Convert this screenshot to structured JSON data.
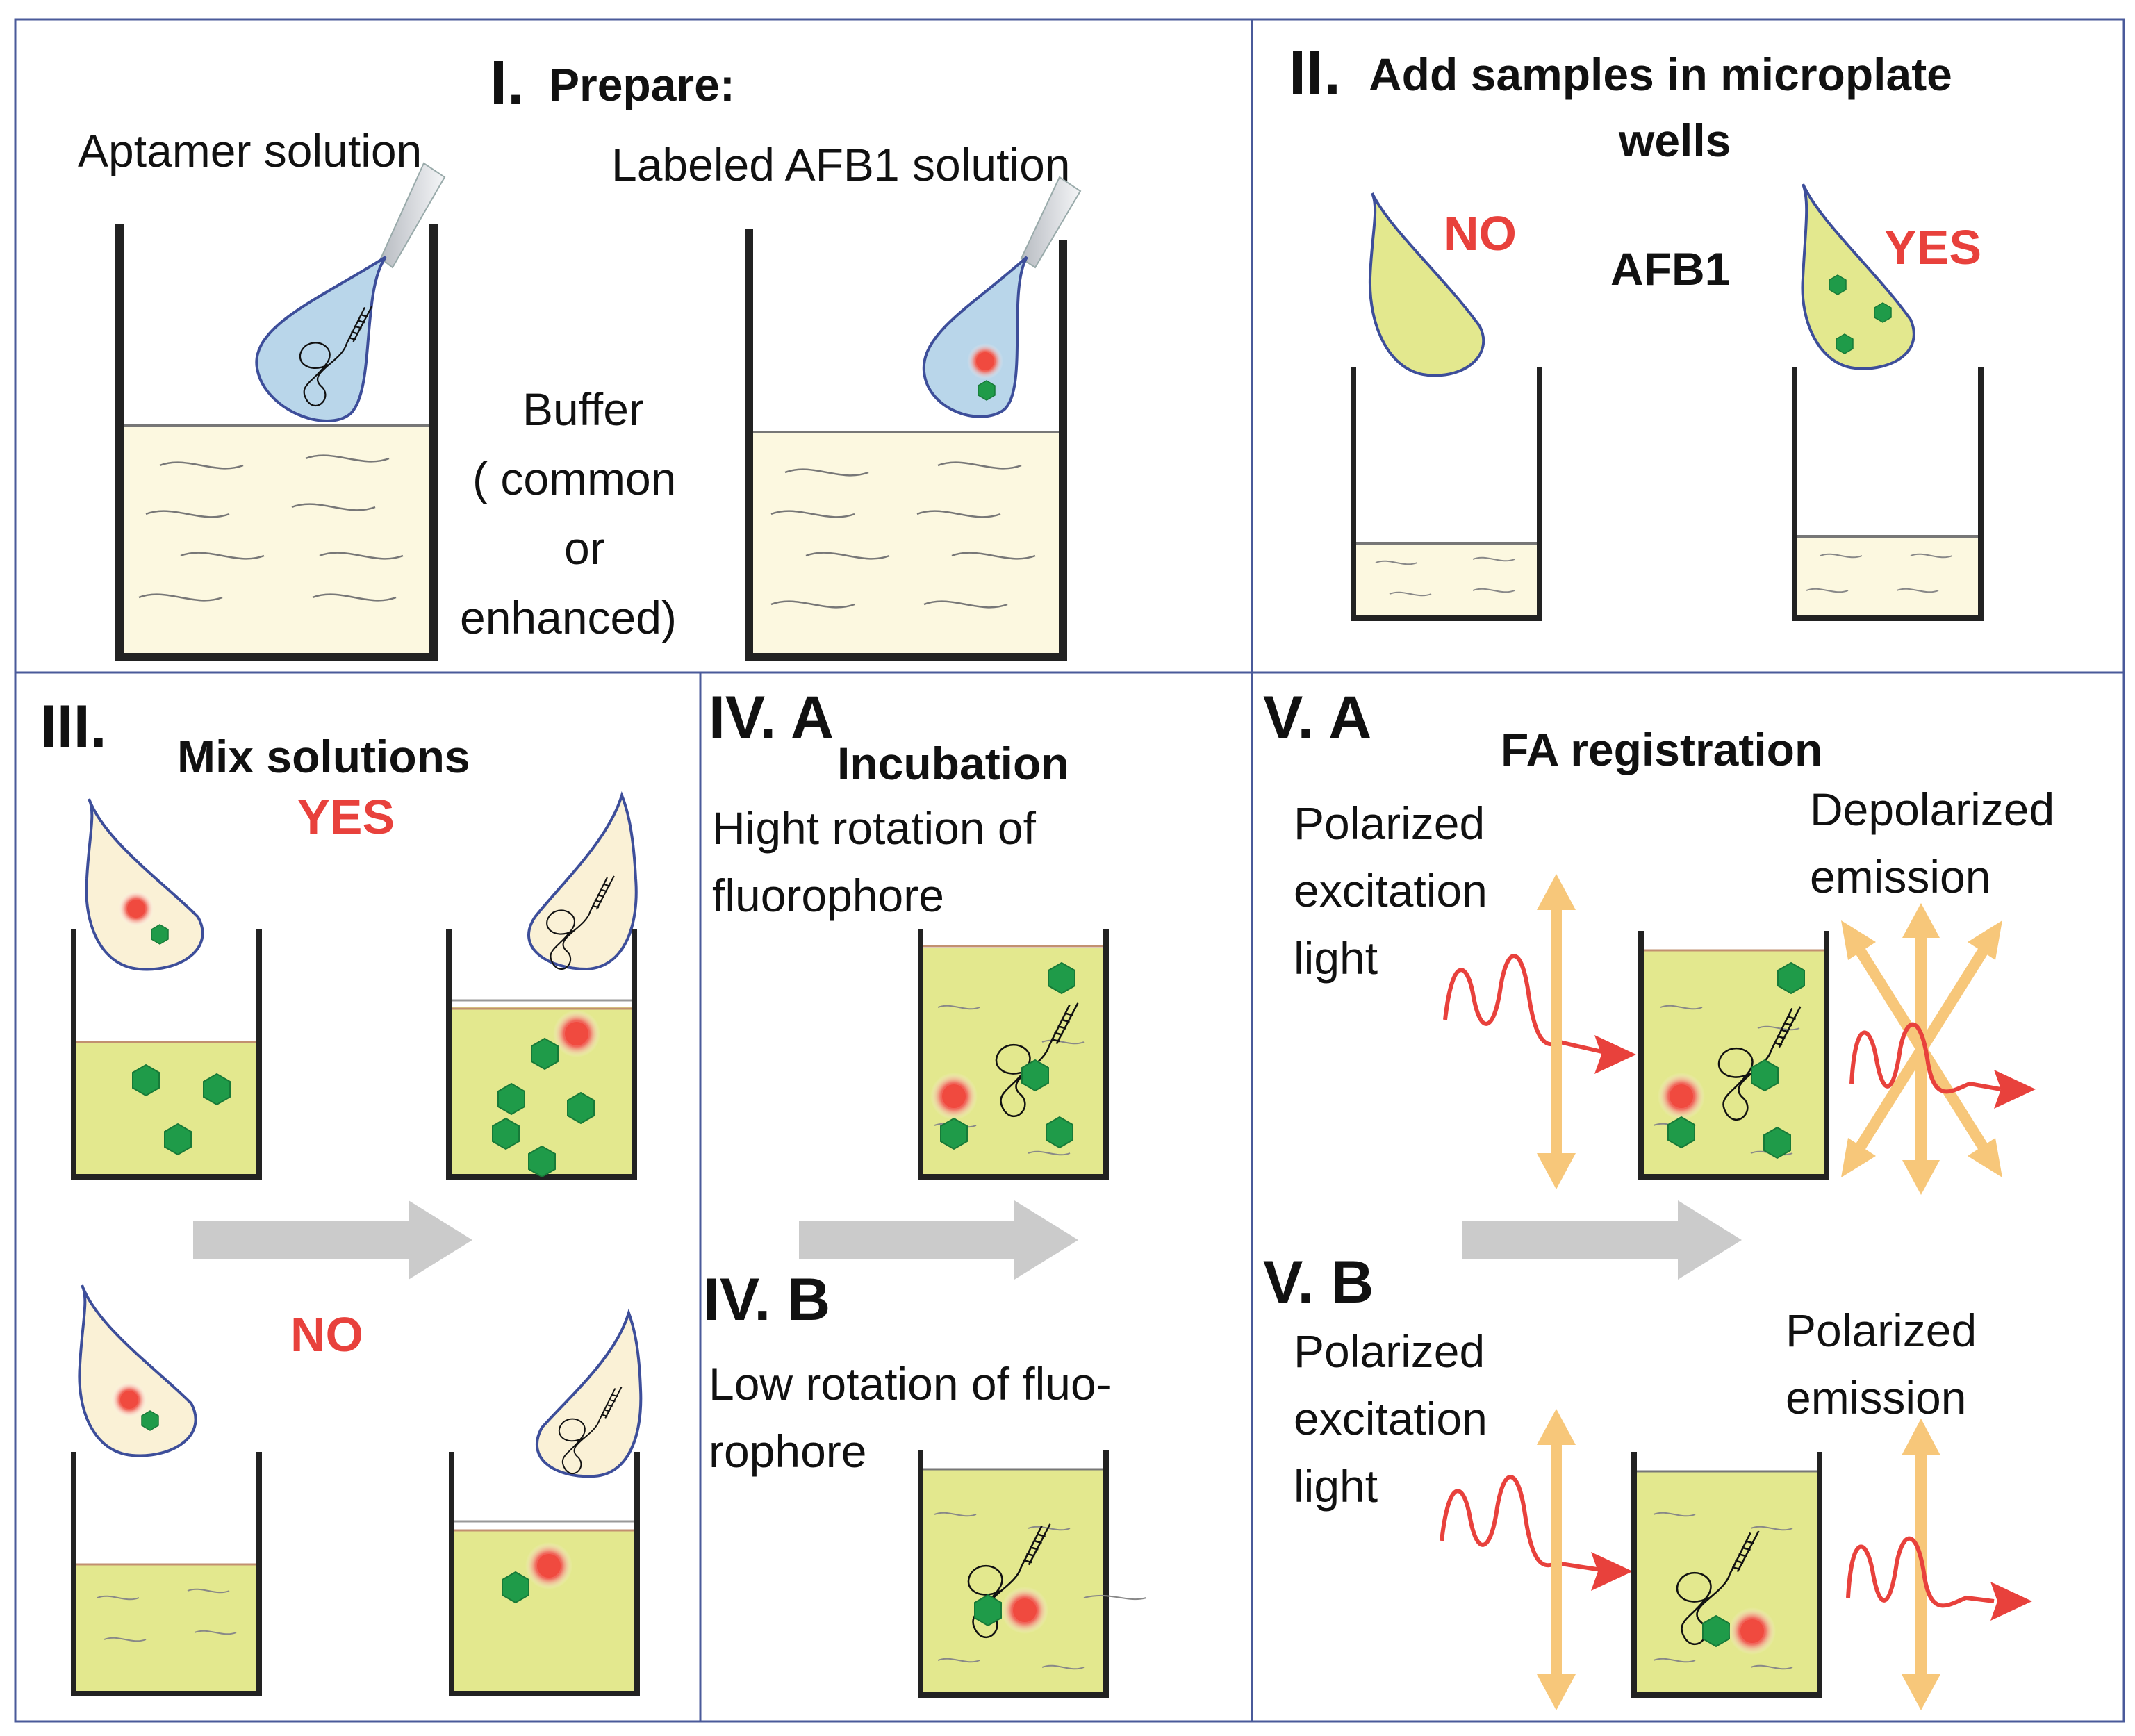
{
  "colors": {
    "border": "#4a5a9a",
    "buffer": "#fcf8e0",
    "sample": "#e3e88e",
    "pipette_aptamer": "#b9d6ea",
    "pipette_sample": "#faf1d6",
    "pipette_yes_no": "#e3e88e",
    "hexagon": "#1f9b49",
    "fluorophore": "#e8413c",
    "light_arrow": "#f7c77a",
    "wave": "#e8413c",
    "process_arrow": "#cbcbcb"
  },
  "panel1": {
    "roman": "I.",
    "title": "Prepare:",
    "aptamer_label": "Aptamer solution",
    "afb1_label": "Labeled AFB1 solution",
    "buffer_lines": [
      "Buffer",
      "( common",
      "or",
      "enhanced)"
    ]
  },
  "panel2": {
    "roman": "II.",
    "title_lines": [
      "Add samples in microplate",
      "wells"
    ],
    "no": "NO",
    "afb1": "AFB1",
    "yes": "YES"
  },
  "panel3": {
    "roman": "III.",
    "title": "Mix solutions",
    "yes": "YES",
    "no": "NO"
  },
  "panel4": {
    "a_roman": "IV. A",
    "a_title": "Incubation",
    "a_desc_lines": [
      "Hight rotation of",
      "fluorophore"
    ],
    "b_roman": "IV. B",
    "b_desc_lines": [
      "Low rotation of fluo-",
      "rophore"
    ]
  },
  "panel5": {
    "a_roman": "V. A",
    "a_title": "FA registration",
    "excitation_lines": [
      "Polarized",
      "excitation",
      "light"
    ],
    "depolarized_lines": [
      "Depolarized",
      "emission"
    ],
    "b_roman": "V. B",
    "b_excitation_lines": [
      "Polarized",
      "excitation",
      "light"
    ],
    "polarized_lines": [
      "Polarized",
      "emission"
    ]
  }
}
